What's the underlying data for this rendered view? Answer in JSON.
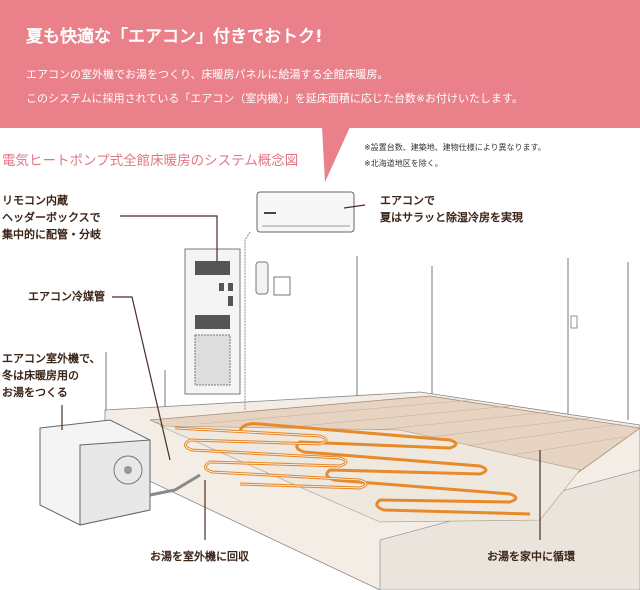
{
  "banner": {
    "headline": "夏も快適な「エアコン」付きでおトク!",
    "line1": "エアコンの室外機でお湯をつくり、床暖房パネルに給湯する全館床暖房。",
    "line2": "このシステムに採用されている「エアコン（室内機）」を延床面積に応じた台数※お付けいたします。"
  },
  "diagram": {
    "title": "電気ヒートポンプ式全館床暖房のシステム概念図",
    "notes": [
      "※設置台数、建築地、建物仕様により異なります。",
      "※北海道地区を除く。"
    ],
    "labels": {
      "header_box": [
        "リモコン内蔵",
        "ヘッダーボックスで",
        "集中的に配管・分岐"
      ],
      "aircon": [
        "エアコンで",
        "夏はサラッと除湿冷房を実現"
      ],
      "refrigerant": "エアコン冷媒管",
      "outdoor": [
        "エアコン室外機で、",
        "冬は床暖房用の",
        "お湯をつくる"
      ],
      "return": "お湯を室外機に回収",
      "circulate": "お湯を家中に循環"
    }
  },
  "colors": {
    "brand": "#e9808a",
    "title": "#e07883",
    "label": "#3b2418",
    "pipe": "#e8892a",
    "floor": "#d9bfa3"
  }
}
